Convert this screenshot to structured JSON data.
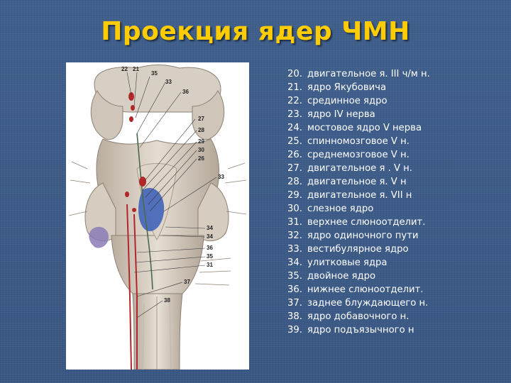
{
  "slide": {
    "title": "Проекция ядер ЧМН",
    "colors": {
      "background": "#3c5a86",
      "title": "#ffcc00",
      "text": "#ffffff"
    }
  },
  "figure": {
    "callouts": [
      "22",
      "21",
      "35",
      "33",
      "36",
      "27",
      "28",
      "29",
      "30",
      "26",
      "33",
      "34",
      "34",
      "36",
      "35",
      "31",
      "37",
      "38"
    ]
  },
  "legend": {
    "items": [
      {
        "num": "20.",
        "label": "двигательное я. III ч/м н."
      },
      {
        "num": "21.",
        "label": "ядро Якубовича"
      },
      {
        "num": "22.",
        "label": "срединное ядро"
      },
      {
        "num": "23.",
        "label": "ядро IV нерва"
      },
      {
        "num": "24.",
        "label": "мостовое ядро V нерва"
      },
      {
        "num": "25.",
        "label": "спинномозговое V н."
      },
      {
        "num": "26.",
        "label": "среднемозговое V н."
      },
      {
        "num": "27.",
        "label": "двигательное я . V н."
      },
      {
        "num": "28.",
        "label": "двигательное я. V н"
      },
      {
        "num": "29.",
        "label": "двигательное я. VII н"
      },
      {
        "num": "30.",
        "label": "слезное ядро"
      },
      {
        "num": "31.",
        "label": "верхнее слюноотделит."
      },
      {
        "num": "32.",
        "label": "ядро одиночного пути"
      },
      {
        "num": "33.",
        "label": "вестибулярное ядро"
      },
      {
        "num": "34.",
        "label": "улитковые ядра"
      },
      {
        "num": "35.",
        "label": "двойное ядро"
      },
      {
        "num": "36.",
        "label": "нижнее слюноотделит."
      },
      {
        "num": "37.",
        "label": "заднее блуждающего н."
      },
      {
        "num": "38.",
        "label": "ядро добавочного н."
      },
      {
        "num": "39.",
        "label": "ядро подъязычного н"
      }
    ]
  }
}
